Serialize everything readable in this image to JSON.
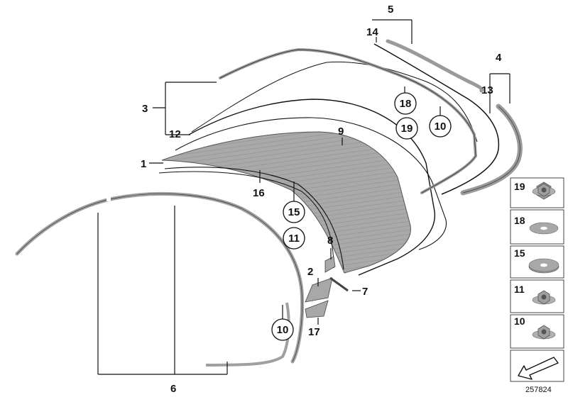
{
  "diagram": {
    "callouts": {
      "c1": "1",
      "c2": "2",
      "c3": "3",
      "c4": "4",
      "c5": "5",
      "c6": "6",
      "c7": "7",
      "c8": "8",
      "c9": "9",
      "c12": "12",
      "c13": "13",
      "c14": "14",
      "c16": "16",
      "c17": "17"
    },
    "circled": {
      "c18": "18",
      "c19": "19",
      "c10a": "10",
      "c15": "15",
      "c11": "11",
      "c10b": "10"
    },
    "legend": [
      {
        "label": "19",
        "item": "hex-nut-with-flange"
      },
      {
        "label": "18",
        "item": "flat-washer"
      },
      {
        "label": "15",
        "item": "thick-washer"
      },
      {
        "label": "11",
        "item": "hex-nut-with-flange"
      },
      {
        "label": "10",
        "item": "hex-nut-with-flange"
      }
    ],
    "reference_number": "257824",
    "colors": {
      "part_gray": "#a8a8a8",
      "line": "#111111",
      "part_dark": "#8c8c8c"
    }
  }
}
